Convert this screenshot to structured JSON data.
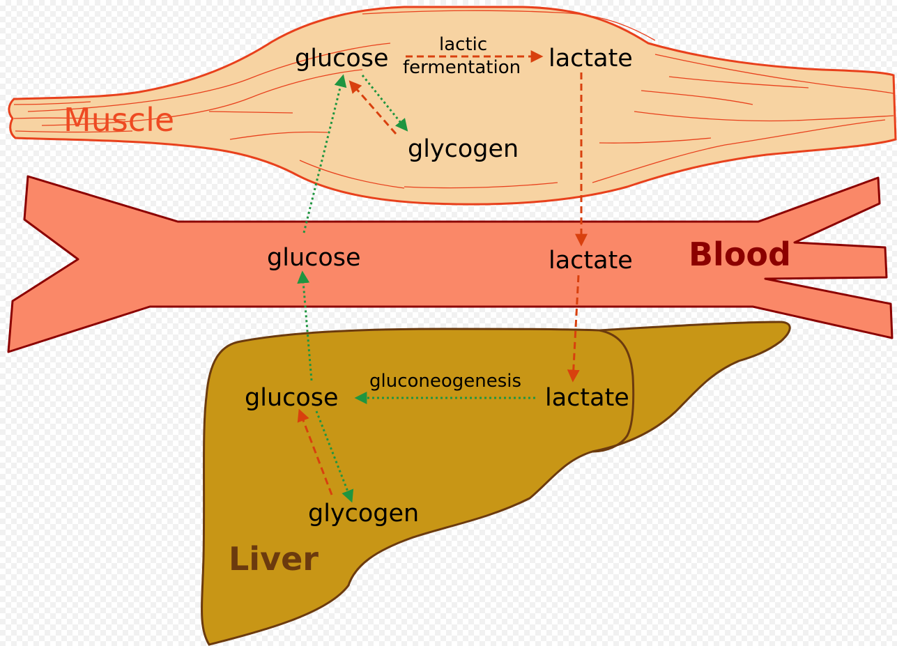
{
  "colors": {
    "muscle_fill": "#f7d3a2",
    "muscle_stroke": "#e8401c",
    "blood_fill": "#fa8868",
    "blood_stroke": "#8b0000",
    "liver_fill": "#c89616",
    "liver_stroke": "#6b3a0e",
    "arrow_red": "#d8400e",
    "arrow_green": "#1f9540",
    "muscle_title": "#ee4a22",
    "blood_title": "#8b0000",
    "liver_title": "#6b3a0e"
  },
  "organs": {
    "muscle": "Muscle",
    "blood": "Blood",
    "liver": "Liver"
  },
  "muscle": {
    "glucose": "glucose",
    "lactate": "lactate",
    "glycogen": "glycogen",
    "process_line1": "lactic",
    "process_line2": "fermentation"
  },
  "blood": {
    "glucose": "glucose",
    "lactate": "lactate"
  },
  "liver": {
    "glucose": "glucose",
    "lactate": "lactate",
    "glycogen": "glycogen",
    "process": "gluconeogenesis"
  }
}
